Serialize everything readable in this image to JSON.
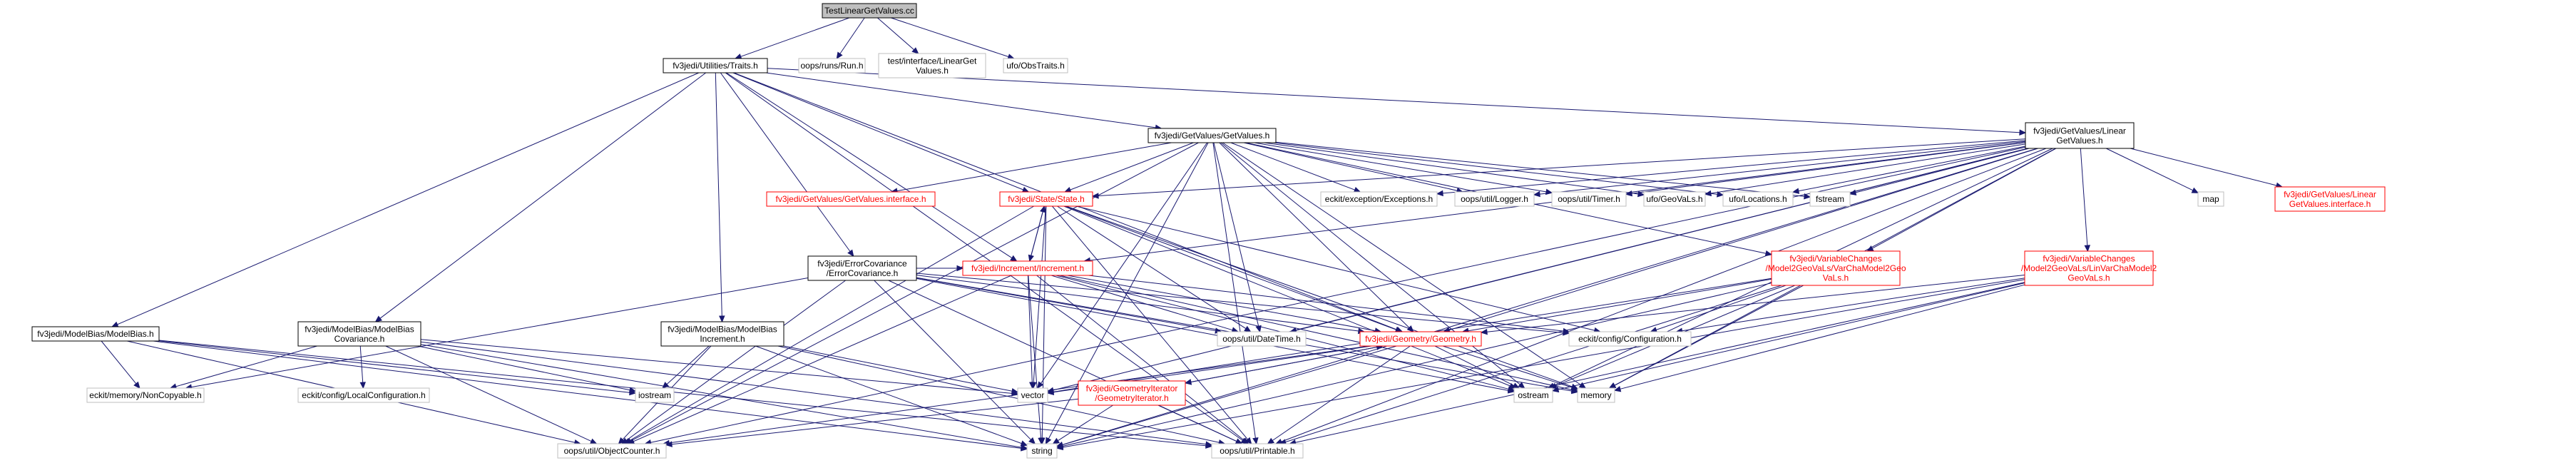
{
  "graph": {
    "title": "TestLinearGetValues.cc",
    "edge_color": "#191970",
    "nodes": [
      {
        "id": "root",
        "lines": [
          "TestLinearGetValues.cc"
        ],
        "style": "root"
      },
      {
        "id": "traits",
        "lines": [
          "fv3jedi/Utilities/Traits.h"
        ],
        "style": "normal"
      },
      {
        "id": "run",
        "lines": [
          "oops/runs/Run.h"
        ],
        "style": "gray"
      },
      {
        "id": "testif",
        "lines": [
          "test/interface/LinearGet",
          "Values.h"
        ],
        "style": "gray"
      },
      {
        "id": "obstraits",
        "lines": [
          "ufo/ObsTraits.h"
        ],
        "style": "gray"
      },
      {
        "id": "getvalues",
        "lines": [
          "fv3jedi/GetValues/GetValues.h"
        ],
        "style": "normal"
      },
      {
        "id": "lingetvalues",
        "lines": [
          "fv3jedi/GetValues/Linear",
          "GetValues.h"
        ],
        "style": "normal"
      },
      {
        "id": "getvaluesif",
        "lines": [
          "fv3jedi/GetValues/GetValues.interface.h"
        ],
        "style": "red"
      },
      {
        "id": "state",
        "lines": [
          "fv3jedi/State/State.h"
        ],
        "style": "red"
      },
      {
        "id": "exceptions",
        "lines": [
          "eckit/exception/Exceptions.h"
        ],
        "style": "gray"
      },
      {
        "id": "logger",
        "lines": [
          "oops/util/Logger.h"
        ],
        "style": "gray"
      },
      {
        "id": "timer",
        "lines": [
          "oops/util/Timer.h"
        ],
        "style": "gray"
      },
      {
        "id": "geovals",
        "lines": [
          "ufo/GeoVaLs.h"
        ],
        "style": "gray"
      },
      {
        "id": "locations",
        "lines": [
          "ufo/Locations.h"
        ],
        "style": "gray"
      },
      {
        "id": "fstream",
        "lines": [
          "fstream"
        ],
        "style": "gray"
      },
      {
        "id": "map",
        "lines": [
          "map"
        ],
        "style": "gray"
      },
      {
        "id": "lingvif",
        "lines": [
          "fv3jedi/GetValues/Linear",
          "GetValues.interface.h"
        ],
        "style": "red"
      },
      {
        "id": "errcov",
        "lines": [
          "fv3jedi/ErrorCovariance",
          "/ErrorCovariance.h"
        ],
        "style": "normal"
      },
      {
        "id": "increment",
        "lines": [
          "fv3jedi/Increment/Increment.h"
        ],
        "style": "red"
      },
      {
        "id": "varcha",
        "lines": [
          "fv3jedi/VariableChanges",
          "/Model2GeoVaLs/VarChaModel2Geo",
          "VaLs.h"
        ],
        "style": "red"
      },
      {
        "id": "linvarcha",
        "lines": [
          "fv3jedi/VariableChanges",
          "/Model2GeoVaLs/LinVarChaModel2",
          "GeoVaLs.h"
        ],
        "style": "red"
      },
      {
        "id": "modelbias",
        "lines": [
          "fv3jedi/ModelBias/ModelBias.h"
        ],
        "style": "normal"
      },
      {
        "id": "mbcov",
        "lines": [
          "fv3jedi/ModelBias/ModelBias",
          "Covariance.h"
        ],
        "style": "normal"
      },
      {
        "id": "mbinc",
        "lines": [
          "fv3jedi/ModelBias/ModelBias",
          "Increment.h"
        ],
        "style": "normal"
      },
      {
        "id": "datetime",
        "lines": [
          "oops/util/DateTime.h"
        ],
        "style": "gray"
      },
      {
        "id": "geometry",
        "lines": [
          "fv3jedi/Geometry/Geometry.h"
        ],
        "style": "red"
      },
      {
        "id": "configuration",
        "lines": [
          "eckit/config/Configuration.h"
        ],
        "style": "gray"
      },
      {
        "id": "noncopyable",
        "lines": [
          "eckit/memory/NonCopyable.h"
        ],
        "style": "gray"
      },
      {
        "id": "localconfig",
        "lines": [
          "eckit/config/LocalConfiguration.h"
        ],
        "style": "gray"
      },
      {
        "id": "iostream",
        "lines": [
          "iostream"
        ],
        "style": "gray"
      },
      {
        "id": "vector",
        "lines": [
          "vector"
        ],
        "style": "gray"
      },
      {
        "id": "ostream",
        "lines": [
          "ostream"
        ],
        "style": "gray"
      },
      {
        "id": "memory",
        "lines": [
          "memory"
        ],
        "style": "gray"
      },
      {
        "id": "geoiter",
        "lines": [
          "fv3jedi/GeometryIterator",
          "/GeometryIterator.h"
        ],
        "style": "red"
      },
      {
        "id": "objcounter",
        "lines": [
          "oops/util/ObjectCounter.h"
        ],
        "style": "gray"
      },
      {
        "id": "string",
        "lines": [
          "string"
        ],
        "style": "gray"
      },
      {
        "id": "printable",
        "lines": [
          "oops/util/Printable.h"
        ],
        "style": "gray"
      }
    ],
    "edges": [
      [
        "root",
        "traits"
      ],
      [
        "root",
        "run"
      ],
      [
        "root",
        "testif"
      ],
      [
        "root",
        "obstraits"
      ],
      [
        "traits",
        "getvalues"
      ],
      [
        "traits",
        "lingetvalues"
      ],
      [
        "traits",
        "state"
      ],
      [
        "traits",
        "errcov"
      ],
      [
        "traits",
        "increment"
      ],
      [
        "traits",
        "modelbias"
      ],
      [
        "traits",
        "mbcov"
      ],
      [
        "traits",
        "mbinc"
      ],
      [
        "traits",
        "geometry"
      ],
      [
        "traits",
        "printable"
      ],
      [
        "getvalues",
        "getvaluesif"
      ],
      [
        "getvalues",
        "state"
      ],
      [
        "getvalues",
        "exceptions"
      ],
      [
        "getvalues",
        "logger"
      ],
      [
        "getvalues",
        "timer"
      ],
      [
        "getvalues",
        "geovals"
      ],
      [
        "getvalues",
        "locations"
      ],
      [
        "getvalues",
        "fstream"
      ],
      [
        "getvalues",
        "varcha"
      ],
      [
        "getvalues",
        "datetime"
      ],
      [
        "getvalues",
        "geometry"
      ],
      [
        "getvalues",
        "vector"
      ],
      [
        "getvalues",
        "ostream"
      ],
      [
        "getvalues",
        "memory"
      ],
      [
        "getvalues",
        "string"
      ],
      [
        "getvalues",
        "objcounter"
      ],
      [
        "getvalues",
        "printable"
      ],
      [
        "lingetvalues",
        "state"
      ],
      [
        "lingetvalues",
        "increment"
      ],
      [
        "lingetvalues",
        "exceptions"
      ],
      [
        "lingetvalues",
        "logger"
      ],
      [
        "lingetvalues",
        "timer"
      ],
      [
        "lingetvalues",
        "geovals"
      ],
      [
        "lingetvalues",
        "locations"
      ],
      [
        "lingetvalues",
        "fstream"
      ],
      [
        "lingetvalues",
        "map"
      ],
      [
        "lingetvalues",
        "lingvif"
      ],
      [
        "lingetvalues",
        "varcha"
      ],
      [
        "lingetvalues",
        "linvarcha"
      ],
      [
        "lingetvalues",
        "geometry"
      ],
      [
        "lingetvalues",
        "datetime"
      ],
      [
        "lingetvalues",
        "vector"
      ],
      [
        "lingetvalues",
        "ostream"
      ],
      [
        "lingetvalues",
        "memory"
      ],
      [
        "lingetvalues",
        "string"
      ],
      [
        "lingetvalues",
        "objcounter"
      ],
      [
        "lingetvalues",
        "printable"
      ],
      [
        "state",
        "increment"
      ],
      [
        "state",
        "geometry"
      ],
      [
        "state",
        "datetime"
      ],
      [
        "state",
        "configuration"
      ],
      [
        "state",
        "vector"
      ],
      [
        "state",
        "ostream"
      ],
      [
        "state",
        "memory"
      ],
      [
        "state",
        "string"
      ],
      [
        "state",
        "objcounter"
      ],
      [
        "state",
        "printable"
      ],
      [
        "increment",
        "state"
      ],
      [
        "increment",
        "geometry"
      ],
      [
        "increment",
        "datetime"
      ],
      [
        "increment",
        "configuration"
      ],
      [
        "increment",
        "vector"
      ],
      [
        "increment",
        "ostream"
      ],
      [
        "increment",
        "memory"
      ],
      [
        "increment",
        "string"
      ],
      [
        "increment",
        "objcounter"
      ],
      [
        "increment",
        "printable"
      ],
      [
        "errcov",
        "increment"
      ],
      [
        "errcov",
        "geometry"
      ],
      [
        "errcov",
        "datetime"
      ],
      [
        "errcov",
        "configuration"
      ],
      [
        "errcov",
        "noncopyable"
      ],
      [
        "errcov",
        "ostream"
      ],
      [
        "errcov",
        "memory"
      ],
      [
        "errcov",
        "string"
      ],
      [
        "errcov",
        "objcounter"
      ],
      [
        "errcov",
        "printable"
      ],
      [
        "varcha",
        "geometry"
      ],
      [
        "varcha",
        "configuration"
      ],
      [
        "varcha",
        "ostream"
      ],
      [
        "varcha",
        "memory"
      ],
      [
        "varcha",
        "string"
      ],
      [
        "varcha",
        "printable"
      ],
      [
        "varcha",
        "vector"
      ],
      [
        "linvarcha",
        "geometry"
      ],
      [
        "linvarcha",
        "configuration"
      ],
      [
        "linvarcha",
        "ostream"
      ],
      [
        "linvarcha",
        "memory"
      ],
      [
        "linvarcha",
        "string"
      ],
      [
        "linvarcha",
        "printable"
      ],
      [
        "modelbias",
        "noncopyable"
      ],
      [
        "modelbias",
        "iostream"
      ],
      [
        "modelbias",
        "objcounter"
      ],
      [
        "modelbias",
        "string"
      ],
      [
        "modelbias",
        "printable"
      ],
      [
        "mbcov",
        "noncopyable"
      ],
      [
        "mbcov",
        "localconfig"
      ],
      [
        "mbcov",
        "iostream"
      ],
      [
        "mbcov",
        "vector"
      ],
      [
        "mbcov",
        "objcounter"
      ],
      [
        "mbcov",
        "string"
      ],
      [
        "mbcov",
        "printable"
      ],
      [
        "mbinc",
        "iostream"
      ],
      [
        "mbinc",
        "vector"
      ],
      [
        "mbinc",
        "objcounter"
      ],
      [
        "mbinc",
        "string"
      ],
      [
        "mbinc",
        "printable"
      ],
      [
        "geometry",
        "geoiter"
      ],
      [
        "geometry",
        "vector"
      ],
      [
        "geometry",
        "ostream"
      ],
      [
        "geometry",
        "memory"
      ],
      [
        "geometry",
        "string"
      ],
      [
        "geometry",
        "objcounter"
      ],
      [
        "geometry",
        "printable"
      ],
      [
        "geoiter",
        "geometry"
      ],
      [
        "geoiter",
        "string"
      ],
      [
        "geoiter",
        "objcounter"
      ],
      [
        "geoiter",
        "printable"
      ]
    ]
  }
}
